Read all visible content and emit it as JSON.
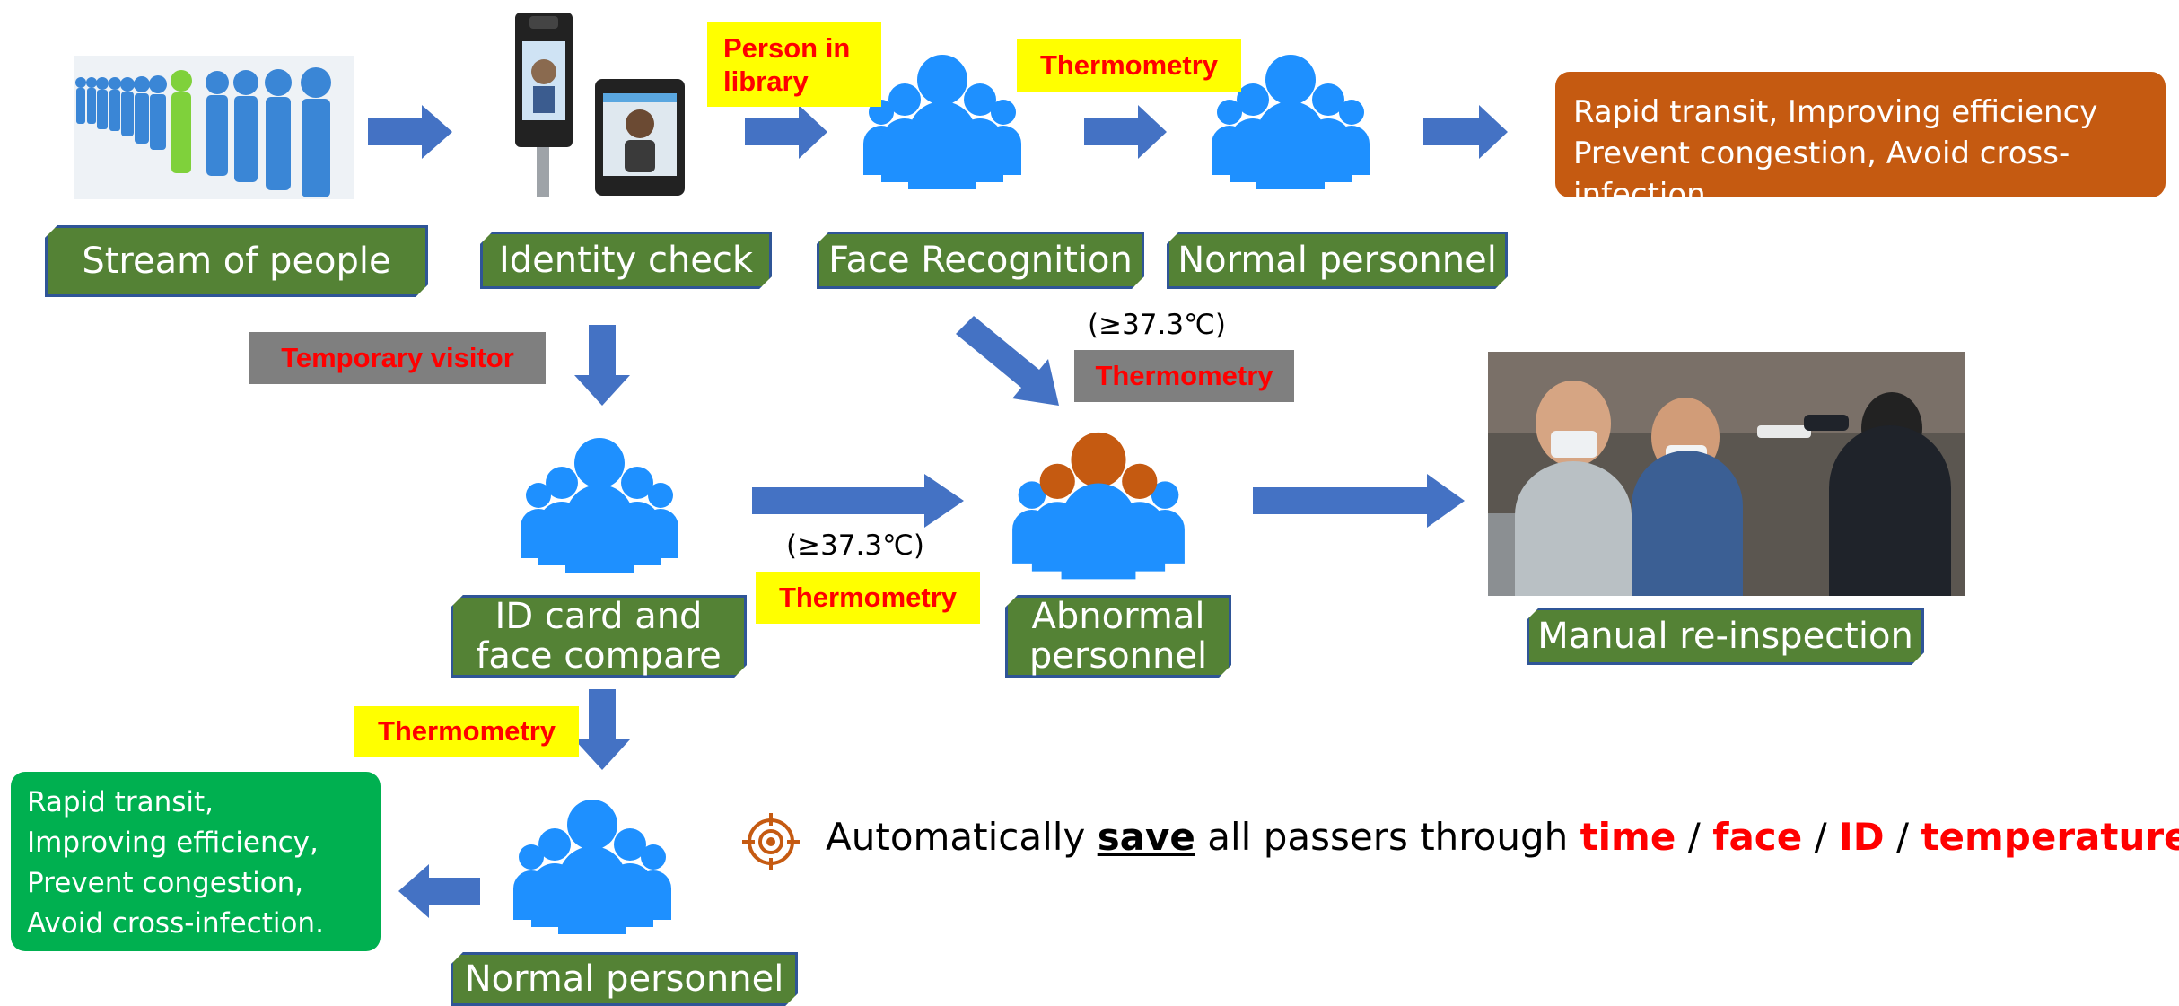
{
  "labels": {
    "stream": "Stream of people",
    "identity": "Identity check",
    "face_recog": "Face Recognition",
    "normal_top": "Normal personnel",
    "id_compare_1": "ID card and",
    "id_compare_2": "face compare",
    "abnormal_1": "Abnormal",
    "abnormal_2": "personnel",
    "manual": "Manual re-inspection",
    "normal_bottom": "Normal personnel"
  },
  "tags": {
    "person_in_library_1": "Person in",
    "person_in_library_2": "library",
    "thermometry_top": "Thermometry",
    "temporary_visitor": "Temporary visitor",
    "thermometry_gray": "Thermometry",
    "thermometry_mid": "Thermometry",
    "thermometry_bottom": "Thermometry"
  },
  "notes": {
    "temp_a": "(≥37.3℃)",
    "temp_b": "(≥37.3℃)"
  },
  "results": {
    "orange_line1": "Rapid transit, Improving efficiency",
    "orange_line2": "Prevent congestion, Avoid cross-infection",
    "green_line1": "Rapid transit,",
    "green_line2": "Improving efficiency,",
    "green_line3": "Prevent congestion,",
    "green_line4": "Avoid cross-infection."
  },
  "message": {
    "prefix": "Automatically",
    "save": "save",
    "middle": "all passers through",
    "time": "time",
    "sep1": "/",
    "face": "face",
    "sep2": "/",
    "id": "ID",
    "sep3": "/",
    "temperature": "temperature"
  },
  "colors": {
    "label_green": "#548235",
    "label_border": "#2f5597",
    "arrow": "#4472c4",
    "orange_box": "#c55a11",
    "green_box": "#00b050",
    "icon_blue": "#1e90ff",
    "abnormal_head": "#c55a11",
    "tag_red": "#ff0000",
    "tag_yellow": "#ffff00",
    "tag_gray": "#7f7f7f"
  },
  "icons": [
    "target-icon",
    "crowd-icon",
    "face-terminal-icon",
    "people-queue-image",
    "inspection-photo"
  ]
}
